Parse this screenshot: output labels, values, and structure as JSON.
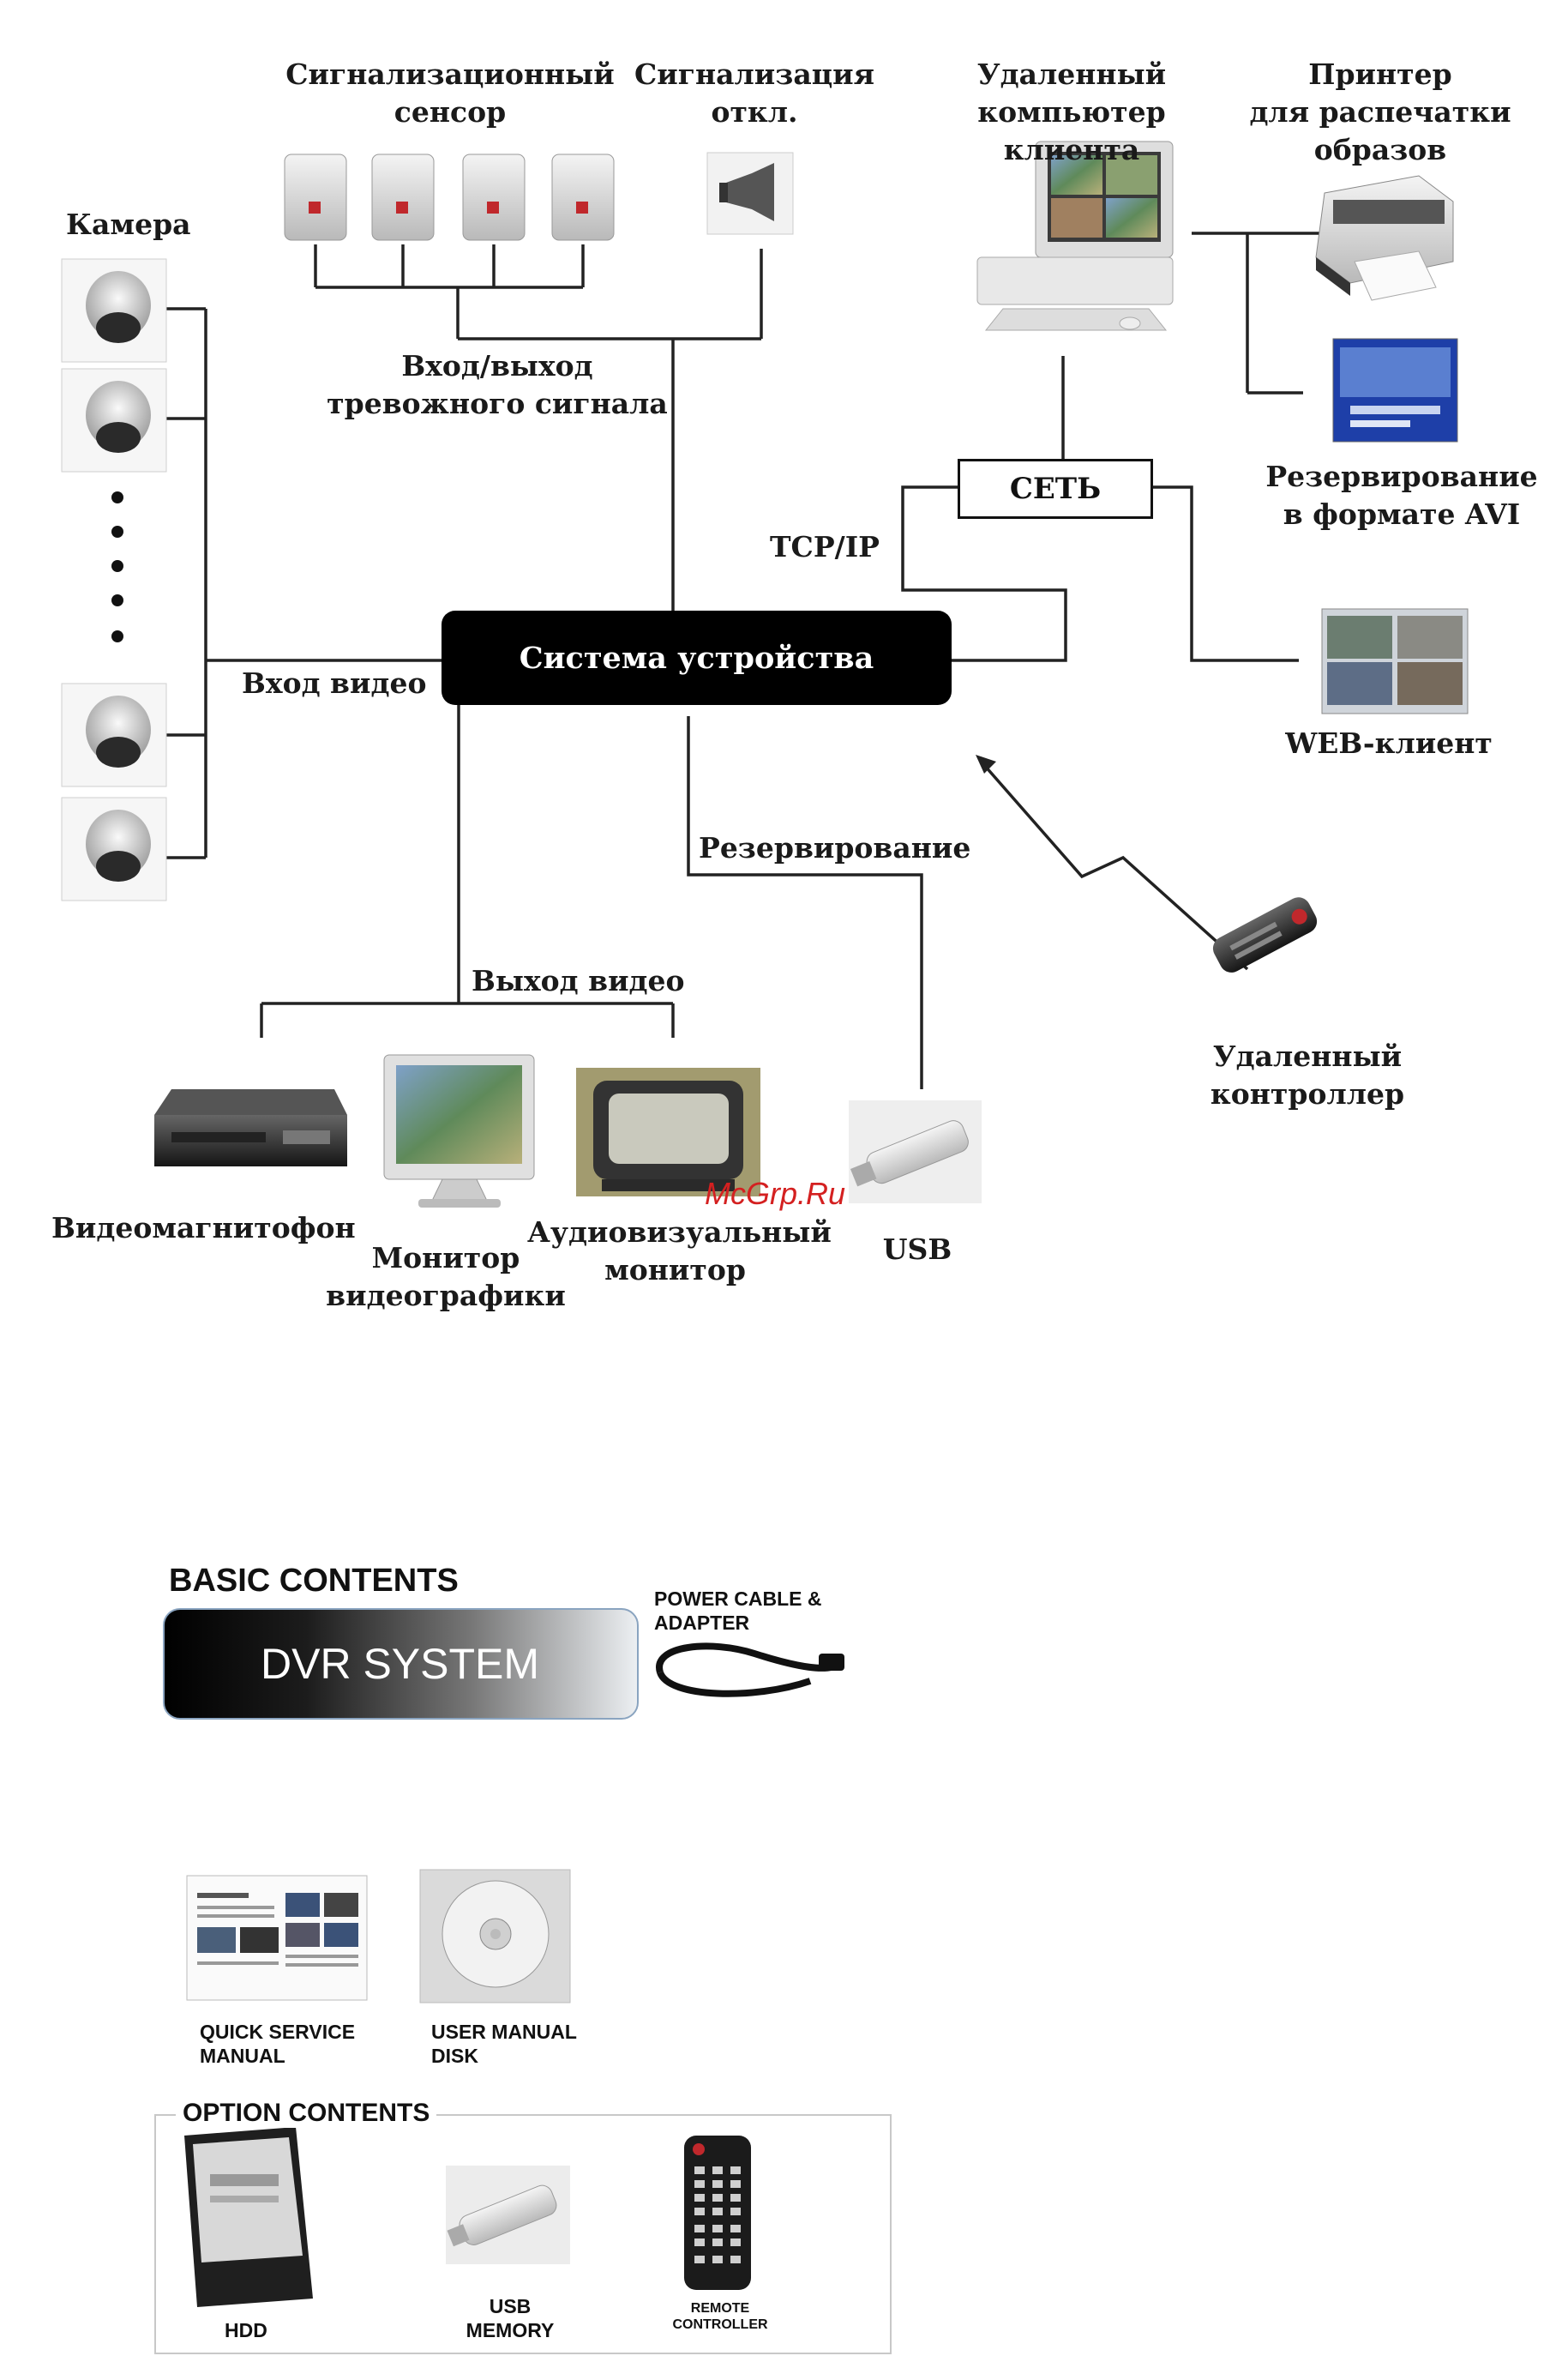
{
  "diagram": {
    "alarm_sensor": "Сигнализационный\nсенсор",
    "alarm_out": "Сигнализация\nоткл.",
    "remote_pc": "Удаленный\nкомпьютер клиента",
    "printer": "Принтер\nдля распечатки\nобразов",
    "camera": "Камера",
    "alarm_io": "Вход/выход\nтревожного сигнала",
    "network": "СЕТЬ",
    "tcpip": "TCP/IP",
    "avi_backup": "Резервирование\nв формате AVI",
    "system": "Система устройства",
    "video_in": "Вход видео",
    "web_client": "WEB-клиент",
    "backup": "Резервирование",
    "video_out": "Выход видео",
    "remote_controller": "Удаленный\nконтроллер",
    "vcr": "Видеомагнитофон",
    "graphics_monitor": "Монитор\nвидеографики",
    "av_monitor": "Аудиовизуальный\nмонитор",
    "usb": "USB",
    "watermark": "McGrp.Ru"
  },
  "contents": {
    "basic_title": "BASIC CONTENTS",
    "dvr": "DVR SYSTEM",
    "power": "POWER CABLE &\nADAPTER",
    "quick": "QUICK SERVICE\nMANUAL",
    "manual": "USER MANUAL\nDISK",
    "option_title": "OPTION CONTENTS",
    "hdd": "HDD",
    "usb_mem": "USB\nMEMORY",
    "remote": "REMOTE\nCONTROLLER"
  }
}
